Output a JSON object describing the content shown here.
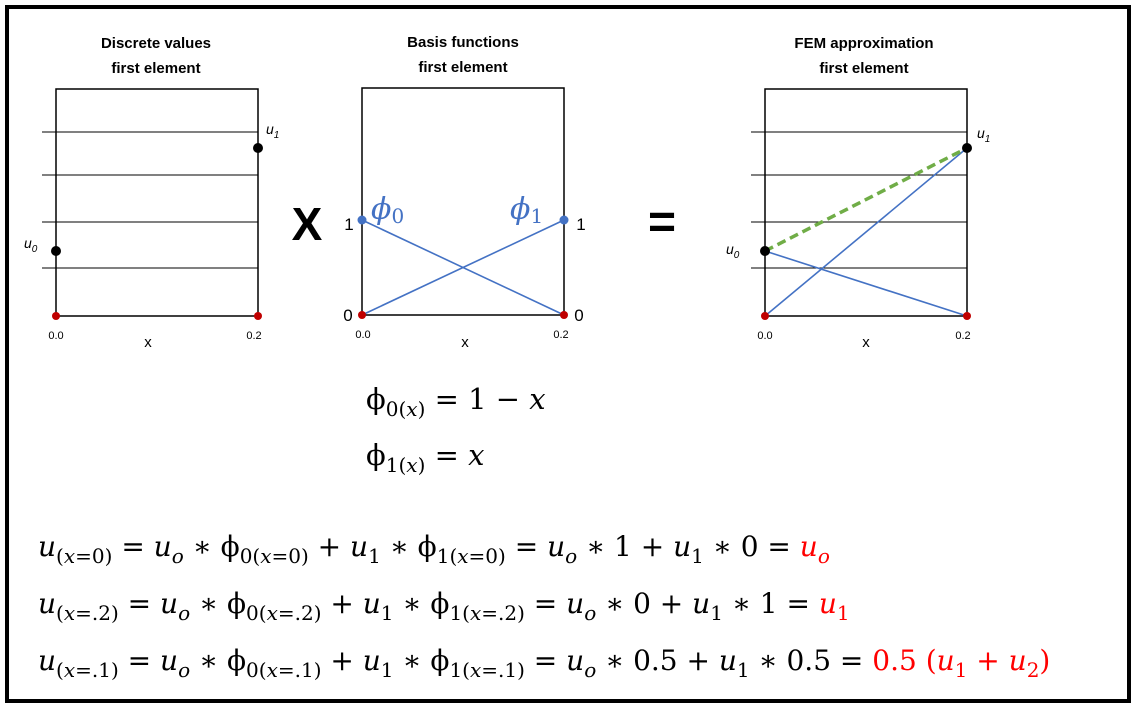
{
  "panels": [
    {
      "title_line1": "Discrete values",
      "title_line2": "first element",
      "xlabel": "x",
      "x_ticks": [
        "0.0",
        "0.2"
      ],
      "u0_label": "u",
      "u0_sub": "0",
      "u1_label": "u",
      "u1_sub": "1"
    },
    {
      "title_line1": "Basis functions",
      "title_line2": "first element",
      "xlabel": "x",
      "x_ticks": [
        "0.0",
        "0.2"
      ],
      "y_left_top": "1",
      "y_left_bottom": "0",
      "y_right_top": "1",
      "y_right_bottom": "0",
      "phi0": "ϕ",
      "phi0_sub": "0",
      "phi1": "ϕ",
      "phi1_sub": "1"
    },
    {
      "title_line1": "FEM approximation",
      "title_line2": "first element",
      "xlabel": "x",
      "x_ticks": [
        "0.0",
        "0.2"
      ],
      "u0_label": "u",
      "u0_sub": "0",
      "u1_label": "u",
      "u1_sub": "1"
    }
  ],
  "operators": {
    "times": "X",
    "equals": "="
  },
  "basis_definitions": [
    {
      "lhs": "ϕ",
      "sub": "0(𝑥)",
      "rhs": " = 1 − 𝑥"
    },
    {
      "lhs": "ϕ",
      "sub": "1(𝑥)",
      "rhs": " = 𝑥"
    }
  ],
  "equations": [
    {
      "main": "𝑢",
      "sub_lhs": "(𝑥=0)",
      "t1": " = 𝑢",
      "s1": "𝑜",
      "t2": " ∗ ϕ",
      "s2": "0(𝑥=0)",
      "t3": " + 𝑢",
      "s3": "1",
      "t4": " ∗ ϕ",
      "s4": "1(𝑥=0)",
      "t5": " = 𝑢",
      "s5": "𝑜",
      "t6": " ∗ 1 + 𝑢",
      "s6": "1",
      "t7": " ∗ 0 = ",
      "result": "𝑢",
      "result_sub": "𝑜"
    },
    {
      "main": "𝑢",
      "sub_lhs": "(𝑥=.2)",
      "t1": " = 𝑢",
      "s1": "𝑜",
      "t2": " ∗ ϕ",
      "s2": "0(𝑥=.2)",
      "t3": " + 𝑢",
      "s3": "1",
      "t4": " ∗ ϕ",
      "s4": "1(𝑥=.2)",
      "t5": " = 𝑢",
      "s5": "𝑜",
      "t6": " ∗ 0 + 𝑢",
      "s6": "1",
      "t7": " ∗ 1 = ",
      "result": "𝑢",
      "result_sub": "1"
    },
    {
      "main": "𝑢",
      "sub_lhs": "(𝑥=.1)",
      "t1": " = 𝑢",
      "s1": "𝑜",
      "t2": " ∗ ϕ",
      "s2": "0(𝑥=.1)",
      "t3": " + 𝑢",
      "s3": "1",
      "t4": " ∗ ϕ",
      "s4": "1(𝑥=.1)",
      "t5": " = 𝑢",
      "s5": "𝑜",
      "t6": " ∗ 0.5 + 𝑢",
      "s6": "1",
      "t7": " ∗ 0.5 = ",
      "result": "0.5 (𝑢",
      "result_sub": "1",
      "result_mid": " + 𝑢",
      "result_sub2": "2",
      "result_end": ")"
    }
  ],
  "colors": {
    "blue": "#4472C4",
    "green_dashed": "#70AD47",
    "red": "#FF0000",
    "node_red": "#C00000"
  }
}
